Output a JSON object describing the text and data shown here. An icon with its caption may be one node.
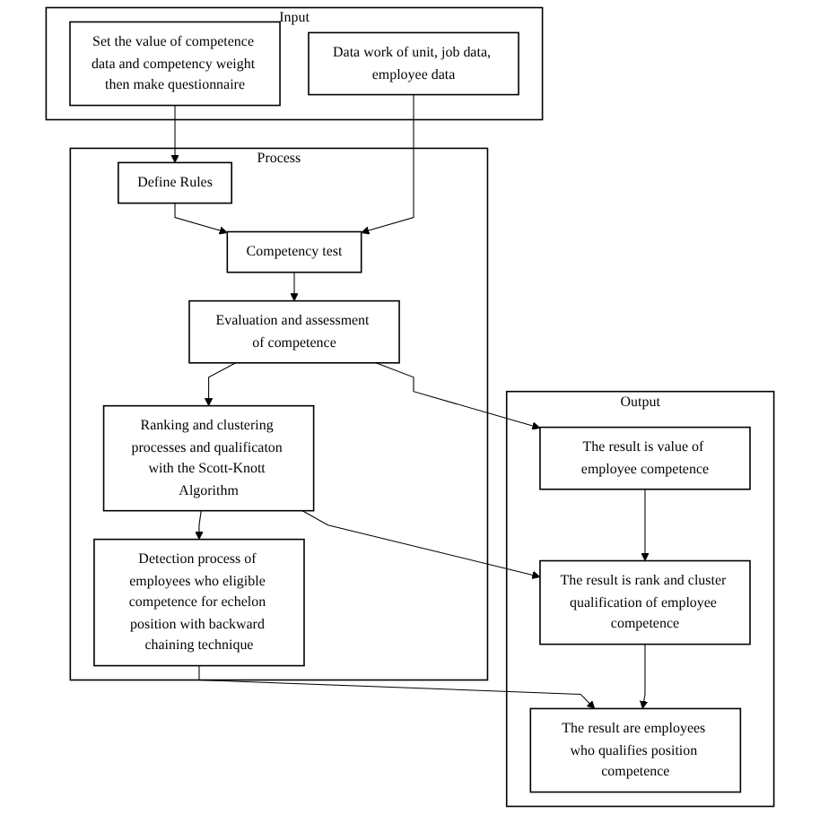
{
  "diagram": {
    "nodes": [
      {
        "text": [
          "Input"
        ]
      },
      {
        "text": [
          "Set the value of competence data and competency weight then make questionnaire"
        ],
        "in": 0
      },
      {
        "text": [
          "Data work of unit, job data, employee data"
        ],
        "in": 0
      },
      {
        "text": [
          "Process"
        ]
      },
      {
        "text": [
          "Define Rules"
        ],
        "in": 3
      },
      {
        "text": [
          "Competency test"
        ],
        "in": 3
      },
      {
        "text": [
          "Evaluation and assessment of competence"
        ],
        "in": 3
      },
      {
        "text": [
          "Ranking and clustering processes and qualificaton with the Scott-Knott Algorithm"
        ],
        "in": 3
      },
      {
        "text": [
          "Detection process of employees who eligible competence for echelon position with backward chaining technique"
        ],
        "in": 3
      },
      {
        "text": [
          "Output"
        ]
      },
      {
        "text": [
          "The result is value of employee competence"
        ],
        "in": 9
      },
      {
        "text": [
          "The result is rank and cluster qualification of employee competence"
        ],
        "in": 9
      },
      {
        "text": [
          "The result are employees who qualifies position competence"
        ],
        "in": 9
      }
    ],
    "edges": [
      {
        "from": 1,
        "to": 4,
        "arrow": "to"
      },
      {
        "from": 4,
        "to": 5,
        "arrow": "to"
      },
      {
        "from": 2,
        "to": 5,
        "arrow": "to"
      },
      {
        "from": 5,
        "to": 6,
        "arrow": "to"
      },
      {
        "from": 6,
        "to": 7,
        "arrow": "to"
      },
      {
        "from": 6,
        "to": 10,
        "arrow": "to"
      },
      {
        "from": 7,
        "to": 8,
        "arrow": "to"
      },
      {
        "from": 7,
        "to": 11,
        "arrow": "to"
      },
      {
        "from": 10,
        "to": 11,
        "arrow": "to"
      },
      {
        "from": 8,
        "to": 12,
        "arrow": "to"
      },
      {
        "from": 11,
        "to": 12,
        "arrow": "to"
      }
    ]
  }
}
